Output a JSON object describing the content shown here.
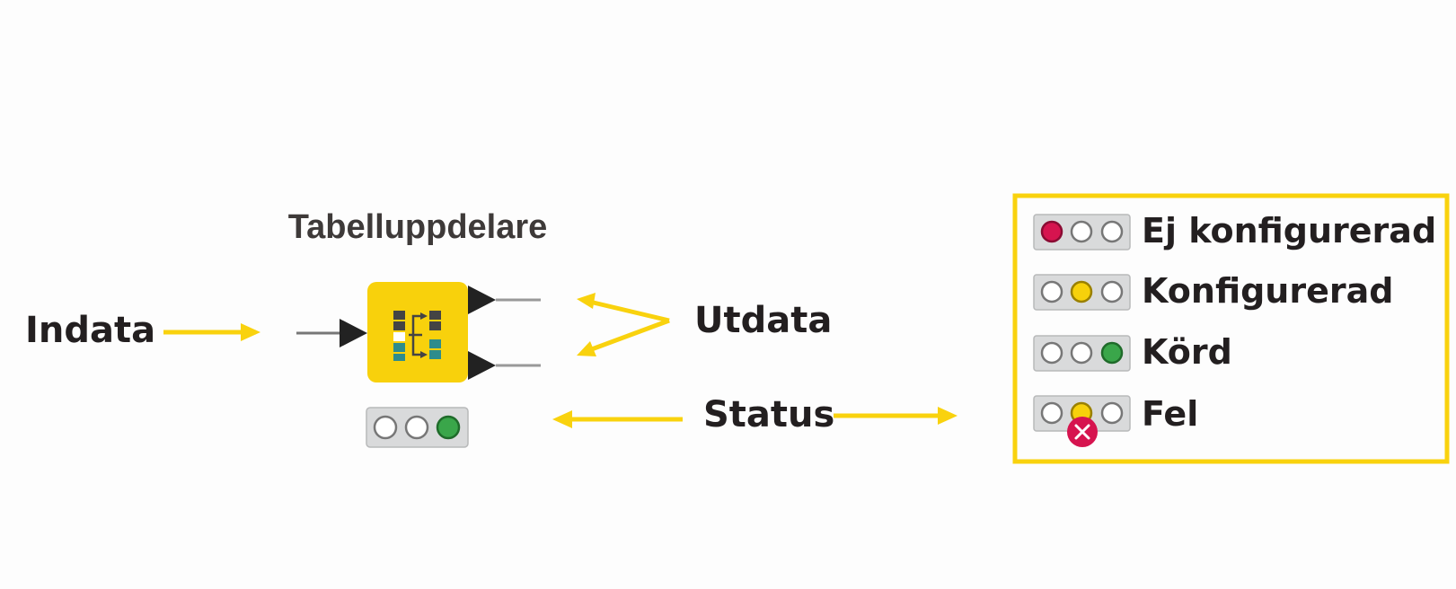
{
  "colors": {
    "accent_yellow": "#f9d20e",
    "node_yellow": "#f8d10c",
    "text": "#231f20",
    "port": "#222222",
    "status_red": "#d6144f",
    "status_yellow": "#f7d10b",
    "status_green": "#3aa64a",
    "status_bg": "#d9dadb",
    "error_badge": "#d6144f"
  },
  "node": {
    "title": "Tabelluppdelare",
    "icon": "table-split-icon",
    "status": "executed"
  },
  "labels": {
    "input": "Indata",
    "output": "Utdata",
    "status": "Status"
  },
  "legend": {
    "items": [
      {
        "label": "Ej konfigurerad",
        "state": "red"
      },
      {
        "label": "Konfigurerad",
        "state": "yellow"
      },
      {
        "label": "Körd",
        "state": "green"
      },
      {
        "label": "Fel",
        "state": "error"
      }
    ]
  }
}
